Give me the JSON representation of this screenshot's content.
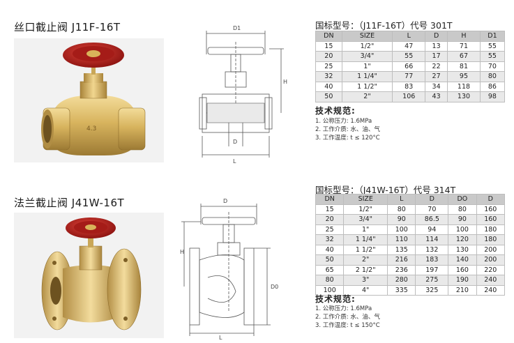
{
  "products": [
    {
      "title": "丝口截止阀 J11F-16T",
      "model_line": "国标型号：（J11F-16T）代号 301T",
      "columns": [
        "DN",
        "SIZE",
        "L",
        "D",
        "H",
        "D1"
      ],
      "rows": [
        [
          "15",
          "1/2\"",
          "47",
          "13",
          "71",
          "55"
        ],
        [
          "20",
          "3/4\"",
          "55",
          "17",
          "67",
          "55"
        ],
        [
          "25",
          "1\"",
          "66",
          "22",
          "81",
          "70"
        ],
        [
          "32",
          "1 1/4\"",
          "77",
          "27",
          "95",
          "80"
        ],
        [
          "40",
          "1 1/2\"",
          "83",
          "34",
          "118",
          "86"
        ],
        [
          "50",
          "2\"",
          "106",
          "43",
          "130",
          "98"
        ]
      ],
      "tech_title": "技术规范:",
      "tech_items": [
        "1. 公称压力: 1.6MPa",
        "2. 工作介质: 水、油、气",
        "3. 工作温度: t ≤ 120°C"
      ],
      "drawing_labels": {
        "top": "D1",
        "height": "H",
        "inner": "D",
        "length": "L"
      }
    },
    {
      "title": "法兰截止阀 J41W-16T",
      "model_line": "国标型号：（J41W-16T）代号 314T",
      "columns": [
        "DN",
        "SIZE",
        "L",
        "D",
        "DO",
        "D"
      ],
      "rows": [
        [
          "15",
          "1/2\"",
          "80",
          "70",
          "80",
          "160"
        ],
        [
          "20",
          "3/4\"",
          "90",
          "86.5",
          "90",
          "160"
        ],
        [
          "25",
          "1\"",
          "100",
          "94",
          "100",
          "180"
        ],
        [
          "32",
          "1 1/4\"",
          "110",
          "114",
          "120",
          "180"
        ],
        [
          "40",
          "1 1/2\"",
          "135",
          "132",
          "130",
          "200"
        ],
        [
          "50",
          "2\"",
          "216",
          "183",
          "140",
          "200"
        ],
        [
          "65",
          "2 1/2\"",
          "236",
          "197",
          "160",
          "220"
        ],
        [
          "80",
          "3\"",
          "280",
          "275",
          "190",
          "240"
        ],
        [
          "100",
          "4\"",
          "335",
          "325",
          "210",
          "240"
        ]
      ],
      "tech_title": "技术规范:",
      "tech_items": [
        "1. 公称压力: 1.6MPa",
        "2. 工作介质: 水、油、气",
        "3. 工作温度: t ≤ 150°C"
      ],
      "drawing_labels": {
        "top": "D",
        "height": "H",
        "side": "D0",
        "length": "L"
      }
    }
  ]
}
